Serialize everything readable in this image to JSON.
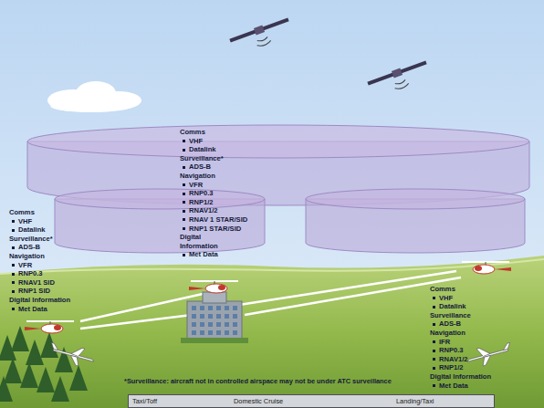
{
  "diagram": {
    "nodes": [
      {
        "text": [
          "Taxi/Toff",
          "Domestic Cruise",
          "Landing/Taxi"
        ]
      }
    ],
    "labels": [
      "Comms",
      "VHF",
      "Datalink",
      "Surveillance*",
      "ADS-B",
      "Navigation",
      "VFR",
      "RNP0.3",
      "RNAV1 SID",
      "RNP1 SID",
      "Digital Information",
      "Met Data",
      "Comms",
      "VHF",
      "Datalink",
      "Surveillance*",
      "ADS-B",
      "Navigation",
      "VFR",
      "RNP0.3",
      "RNP1/2",
      "RNAV1/2",
      "RNAV 1 STAR/SID",
      "RNP1 STAR/SID",
      "Digital Information",
      "Met Data",
      "Comms",
      "VHF",
      "Datalink",
      "Surveillance",
      "ADS-B",
      "Navigation",
      "IFR",
      "RNP0.3",
      "RNAV1/2",
      "RNP1/2",
      "Digital Information",
      "Met Data",
      "*Surveillance: aircraft not in controlled airspace may not be under ATC surveillance"
    ]
  }
}
